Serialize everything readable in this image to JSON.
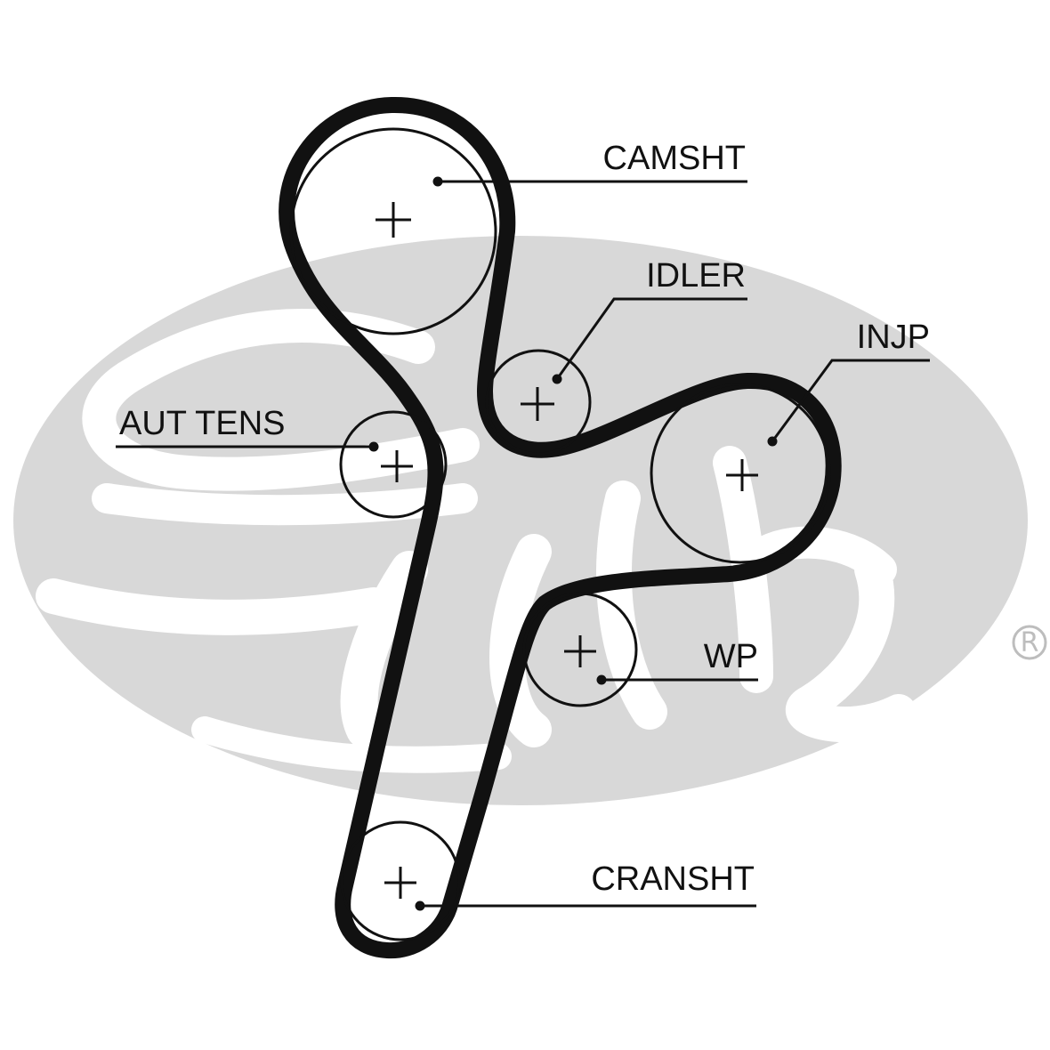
{
  "diagram": {
    "labels": {
      "camshaft": "CAMSHT",
      "idler": "IDLER",
      "injection_pump": "INJP",
      "auto_tensioner": "AUT TENS",
      "water_pump": "WP",
      "crankshaft": "CRANSHT"
    },
    "logo": {
      "wordmark": "Gates",
      "registered_mark": "®"
    },
    "colors": {
      "belt": "#111111",
      "pulley": "#111111",
      "watermark": "#d6d6d6",
      "background": "#ffffff"
    }
  }
}
